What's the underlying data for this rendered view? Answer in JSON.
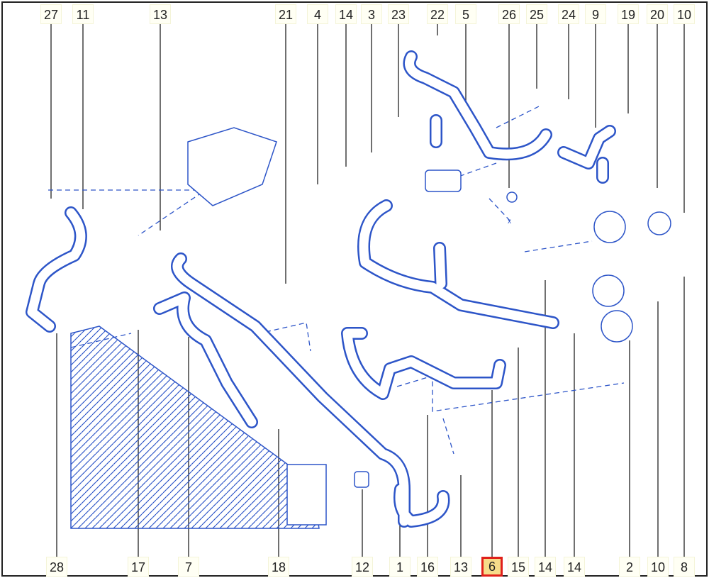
{
  "diagram": {
    "title": "Cooling hoses exploded parts diagram",
    "highlighted_label": "6",
    "colors": {
      "drawing": "#2d55c8",
      "highlight_fill": "#f6dc8a",
      "highlight_border": "#e0201a"
    },
    "top_labels": [
      "27",
      "11",
      "13",
      "21",
      "4",
      "14",
      "3",
      "23",
      "22",
      "5",
      "26",
      "25",
      "24",
      "9",
      "19",
      "20",
      "10"
    ],
    "bottom_labels": [
      "28",
      "17",
      "7",
      "18",
      "12",
      "1",
      "16",
      "13",
      "6",
      "15",
      "14",
      "14",
      "2",
      "10",
      "8"
    ],
    "marker_x": "x"
  }
}
